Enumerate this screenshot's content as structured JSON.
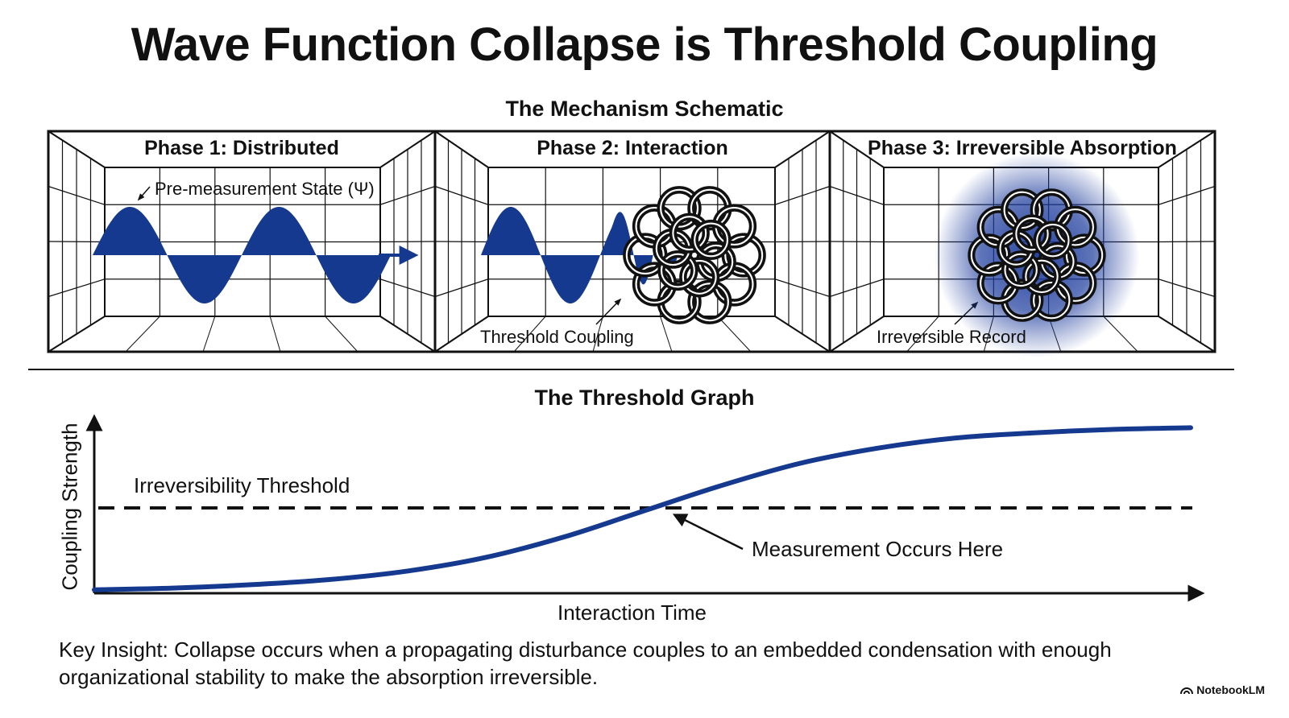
{
  "title": "Wave Function Collapse is Threshold Coupling",
  "schematic": {
    "heading": "The Mechanism Schematic",
    "phases": [
      {
        "title": "Phase 1: Distributed",
        "annotation": "Pre-measurement State (Ψ)"
      },
      {
        "title": "Phase 2: Interaction",
        "annotation": "Threshold Coupling"
      },
      {
        "title": "Phase 3: Irreversible Absorption",
        "annotation": "Irreversible Record"
      }
    ]
  },
  "graph": {
    "heading": "The Threshold Graph",
    "ylabel": "Coupling Strength",
    "xlabel": "Interaction Time",
    "threshold_label": "Irreversibility Threshold",
    "annotation": "Measurement Occurs Here"
  },
  "chart_data": {
    "type": "line",
    "xlabel": "Interaction Time",
    "ylabel": "Coupling Strength",
    "series": [
      {
        "values": [
          0.02,
          0.03,
          0.05,
          0.08,
          0.13,
          0.21,
          0.33,
          0.48,
          0.63,
          0.76,
          0.85,
          0.91,
          0.94,
          0.96,
          0.97
        ]
      }
    ],
    "x": [
      0,
      1,
      2,
      3,
      4,
      5,
      6,
      7,
      8,
      9,
      10,
      11,
      12,
      13,
      14
    ],
    "threshold": 0.5,
    "ylim": [
      0,
      1
    ],
    "grid": false
  },
  "insight": "Key Insight: Collapse occurs when a propagating disturbance couples to an embedded condensation with enough organizational stability to make the absorption irreversible.",
  "brand": "NotebookLM",
  "colors": {
    "wave": "#14398f",
    "ink": "#111111",
    "glow": "#1b3a9c"
  }
}
